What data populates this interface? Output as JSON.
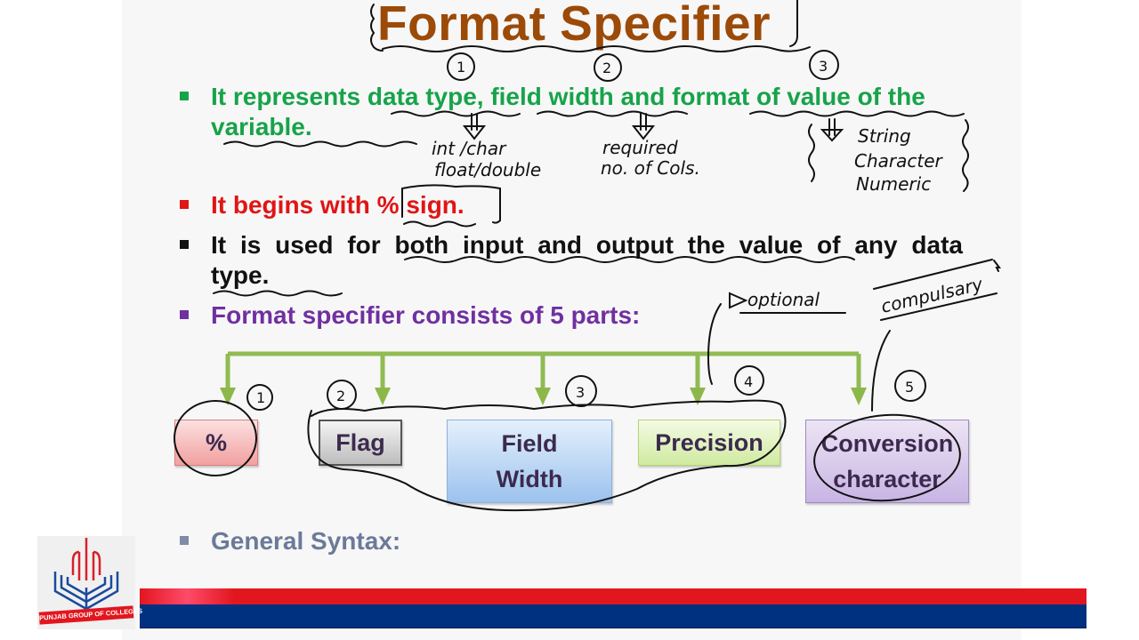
{
  "slide": {
    "title": "Format Specifier",
    "bullets": [
      {
        "id": "b1",
        "text": "It represents data type, field width and format of value of the variable.",
        "color": "#17a34a"
      },
      {
        "id": "b2",
        "text": "It begins with % sign.",
        "color": "#e01515"
      },
      {
        "id": "b3",
        "text": "It is used for both input and output the value of any data type.",
        "color": "#111111"
      },
      {
        "id": "b4",
        "text": "Format specifier consists of 5 parts:",
        "color": "#7030a0"
      },
      {
        "id": "b5",
        "text": "General Syntax:",
        "color": "#6b7a99"
      }
    ],
    "parts": [
      {
        "label": "%",
        "number": "1",
        "color": "#f2a0a0"
      },
      {
        "label": "Flag",
        "number": "2",
        "color": "#bdbdbd"
      },
      {
        "label": "Field Width",
        "number": "3",
        "color": "#9cc2ee"
      },
      {
        "label": "Precision",
        "number": "4",
        "color": "#cfeaa0"
      },
      {
        "label": "Conversion character",
        "number": "5",
        "color": "#c8b4e4"
      }
    ],
    "connector_color": "#8cb84a"
  },
  "annotations": {
    "circle_1": "1",
    "circle_2": "2",
    "circle_3": "3",
    "note_1_line1": "int /char",
    "note_1_line2": "float/double",
    "note_2_line1": "required",
    "note_2_line2": "no. of Cols.",
    "note_3_line1": "String",
    "note_3_line2": "Character",
    "note_3_line3": "Numeric",
    "optional_label": "optional",
    "compulsory_label": "compulsary"
  },
  "branding": {
    "logo_text": "PUNJAB GROUP OF COLLEGES",
    "banner_colors": [
      "#e2161e",
      "#003080"
    ]
  }
}
